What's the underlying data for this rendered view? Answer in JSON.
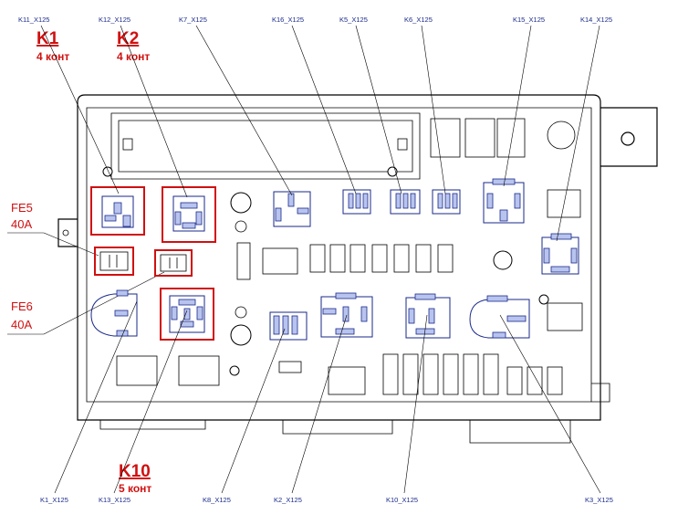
{
  "top_labels": {
    "k11": "K11_X125",
    "k12": "K12_X125",
    "k7": "K7_X125",
    "k16": "K16_X125",
    "k5": "K5_X125",
    "k6": "K6_X125",
    "k15": "K15_X125",
    "k14": "K14_X125"
  },
  "bottom_labels": {
    "k1": "K1_X125",
    "k13": "K13_X125",
    "k8": "K8_X125",
    "k2": "K2_X125",
    "k10": "K10_X125",
    "k3": "K3_X125"
  },
  "callouts": {
    "k1_title": "K1",
    "k1_sub": "4 конт",
    "k2_title": "K2",
    "k2_sub": "4 конт",
    "k10_title": "K10",
    "k10_sub": "5 конт",
    "fe5_name": "FE5",
    "fe5_rating": "40A",
    "fe6_name": "FE6",
    "fe6_rating": "40A"
  },
  "colors": {
    "relay_blue": "#1a2a8a",
    "relay_fill": "#b9c4ee",
    "highlight_red": "#d01010",
    "line_black": "#000000"
  }
}
